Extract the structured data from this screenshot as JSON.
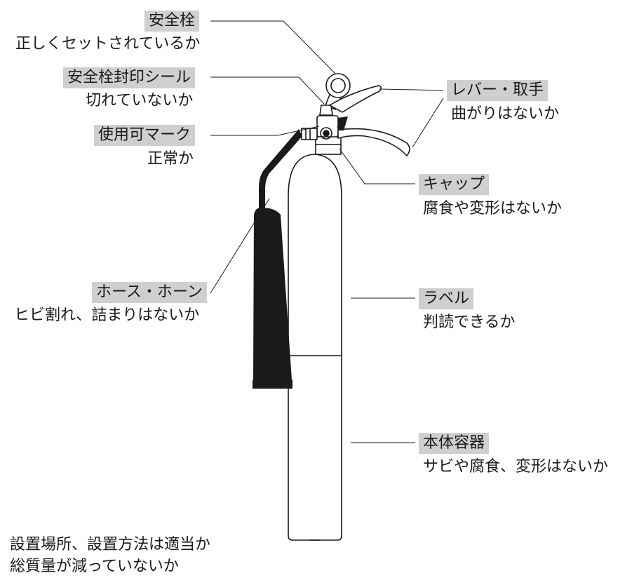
{
  "labels": {
    "safety_pin": {
      "title": "安全栓",
      "desc": "正しくセットされているか"
    },
    "pin_seal": {
      "title": "安全栓封印シール",
      "desc": "切れていないか"
    },
    "usable_mark": {
      "title": "使用可マーク",
      "desc": "正常か"
    },
    "lever_handle": {
      "title": "レバー・取手",
      "desc": "曲がりはないか"
    },
    "cap": {
      "title": "キャップ",
      "desc": "腐食や変形はないか"
    },
    "hose_horn": {
      "title": "ホース・ホーン",
      "desc": "ヒビ割れ、詰まりはないか"
    },
    "label": {
      "title": "ラベル",
      "desc": "判読できるか"
    },
    "body_container": {
      "title": "本体容器",
      "desc": "サビや腐食、変形はないか"
    }
  },
  "notes": [
    "設置場所、設置方法は適当か",
    "総質量が減っていないか"
  ],
  "colors": {
    "tag_bg": "#cfcfcf",
    "ink": "#1a1a1a",
    "hose": "#1a1a1a"
  }
}
